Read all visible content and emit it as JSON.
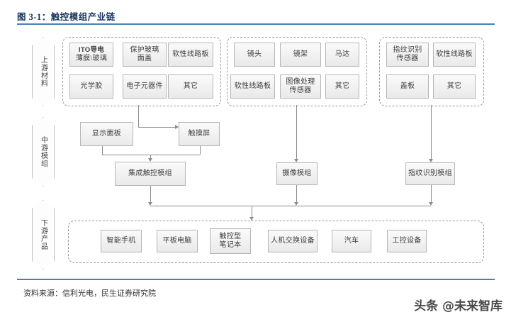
{
  "figure": {
    "title": "图 3-1：触控模组产业链",
    "source": "资料来源：信利光电，民生证券研究院",
    "watermark": "头条 @未来智库",
    "accent_color": "#4A7EBB",
    "title_color": "#17365D"
  },
  "stages": [
    {
      "label": "上游材料"
    },
    {
      "label": "中游模组"
    },
    {
      "label": "下游产品"
    }
  ],
  "upstream_groups": [
    {
      "name": "touch-materials",
      "items": [
        {
          "line1": "ITO导电",
          "line2": "薄膜\\玻璃",
          "latin": true
        },
        {
          "line1": "保护玻璃",
          "line2": "面盖"
        },
        {
          "line1": "软性线路板",
          "line2": ""
        },
        {
          "line1": "光学胶",
          "line2": ""
        },
        {
          "line1": "电子元器件",
          "line2": ""
        },
        {
          "line1": "其它",
          "line2": ""
        }
      ]
    },
    {
      "name": "camera-materials",
      "items": [
        {
          "line1": "镜头",
          "line2": ""
        },
        {
          "line1": "镜架",
          "line2": ""
        },
        {
          "line1": "马达",
          "line2": ""
        },
        {
          "line1": "软性线路板",
          "line2": ""
        },
        {
          "line1": "图像处理",
          "line2": "传感器"
        },
        {
          "line1": "其它",
          "line2": ""
        }
      ]
    },
    {
      "name": "fingerprint-materials",
      "items": [
        {
          "line1": "指纹识别",
          "line2": "传感器"
        },
        {
          "line1": "软性线路板",
          "line2": ""
        },
        {
          "line1": "盖板",
          "line2": ""
        },
        {
          "line1": "其它",
          "line2": ""
        }
      ]
    }
  ],
  "midstream": {
    "display_panel": "显示面板",
    "touch_screen": "触摸屏",
    "integrated_touch_module": "集成触控模组",
    "camera_module": "摄像模组",
    "fingerprint_module": "指纹识别模组"
  },
  "downstream": {
    "items": [
      {
        "line1": "智能手机",
        "line2": ""
      },
      {
        "line1": "平板电脑",
        "line2": ""
      },
      {
        "line1": "触控型",
        "line2": "笔记本"
      },
      {
        "line1": "人机交换设备",
        "line2": ""
      },
      {
        "line1": "汽车",
        "line2": ""
      },
      {
        "line1": "工控设备",
        "line2": ""
      }
    ]
  }
}
